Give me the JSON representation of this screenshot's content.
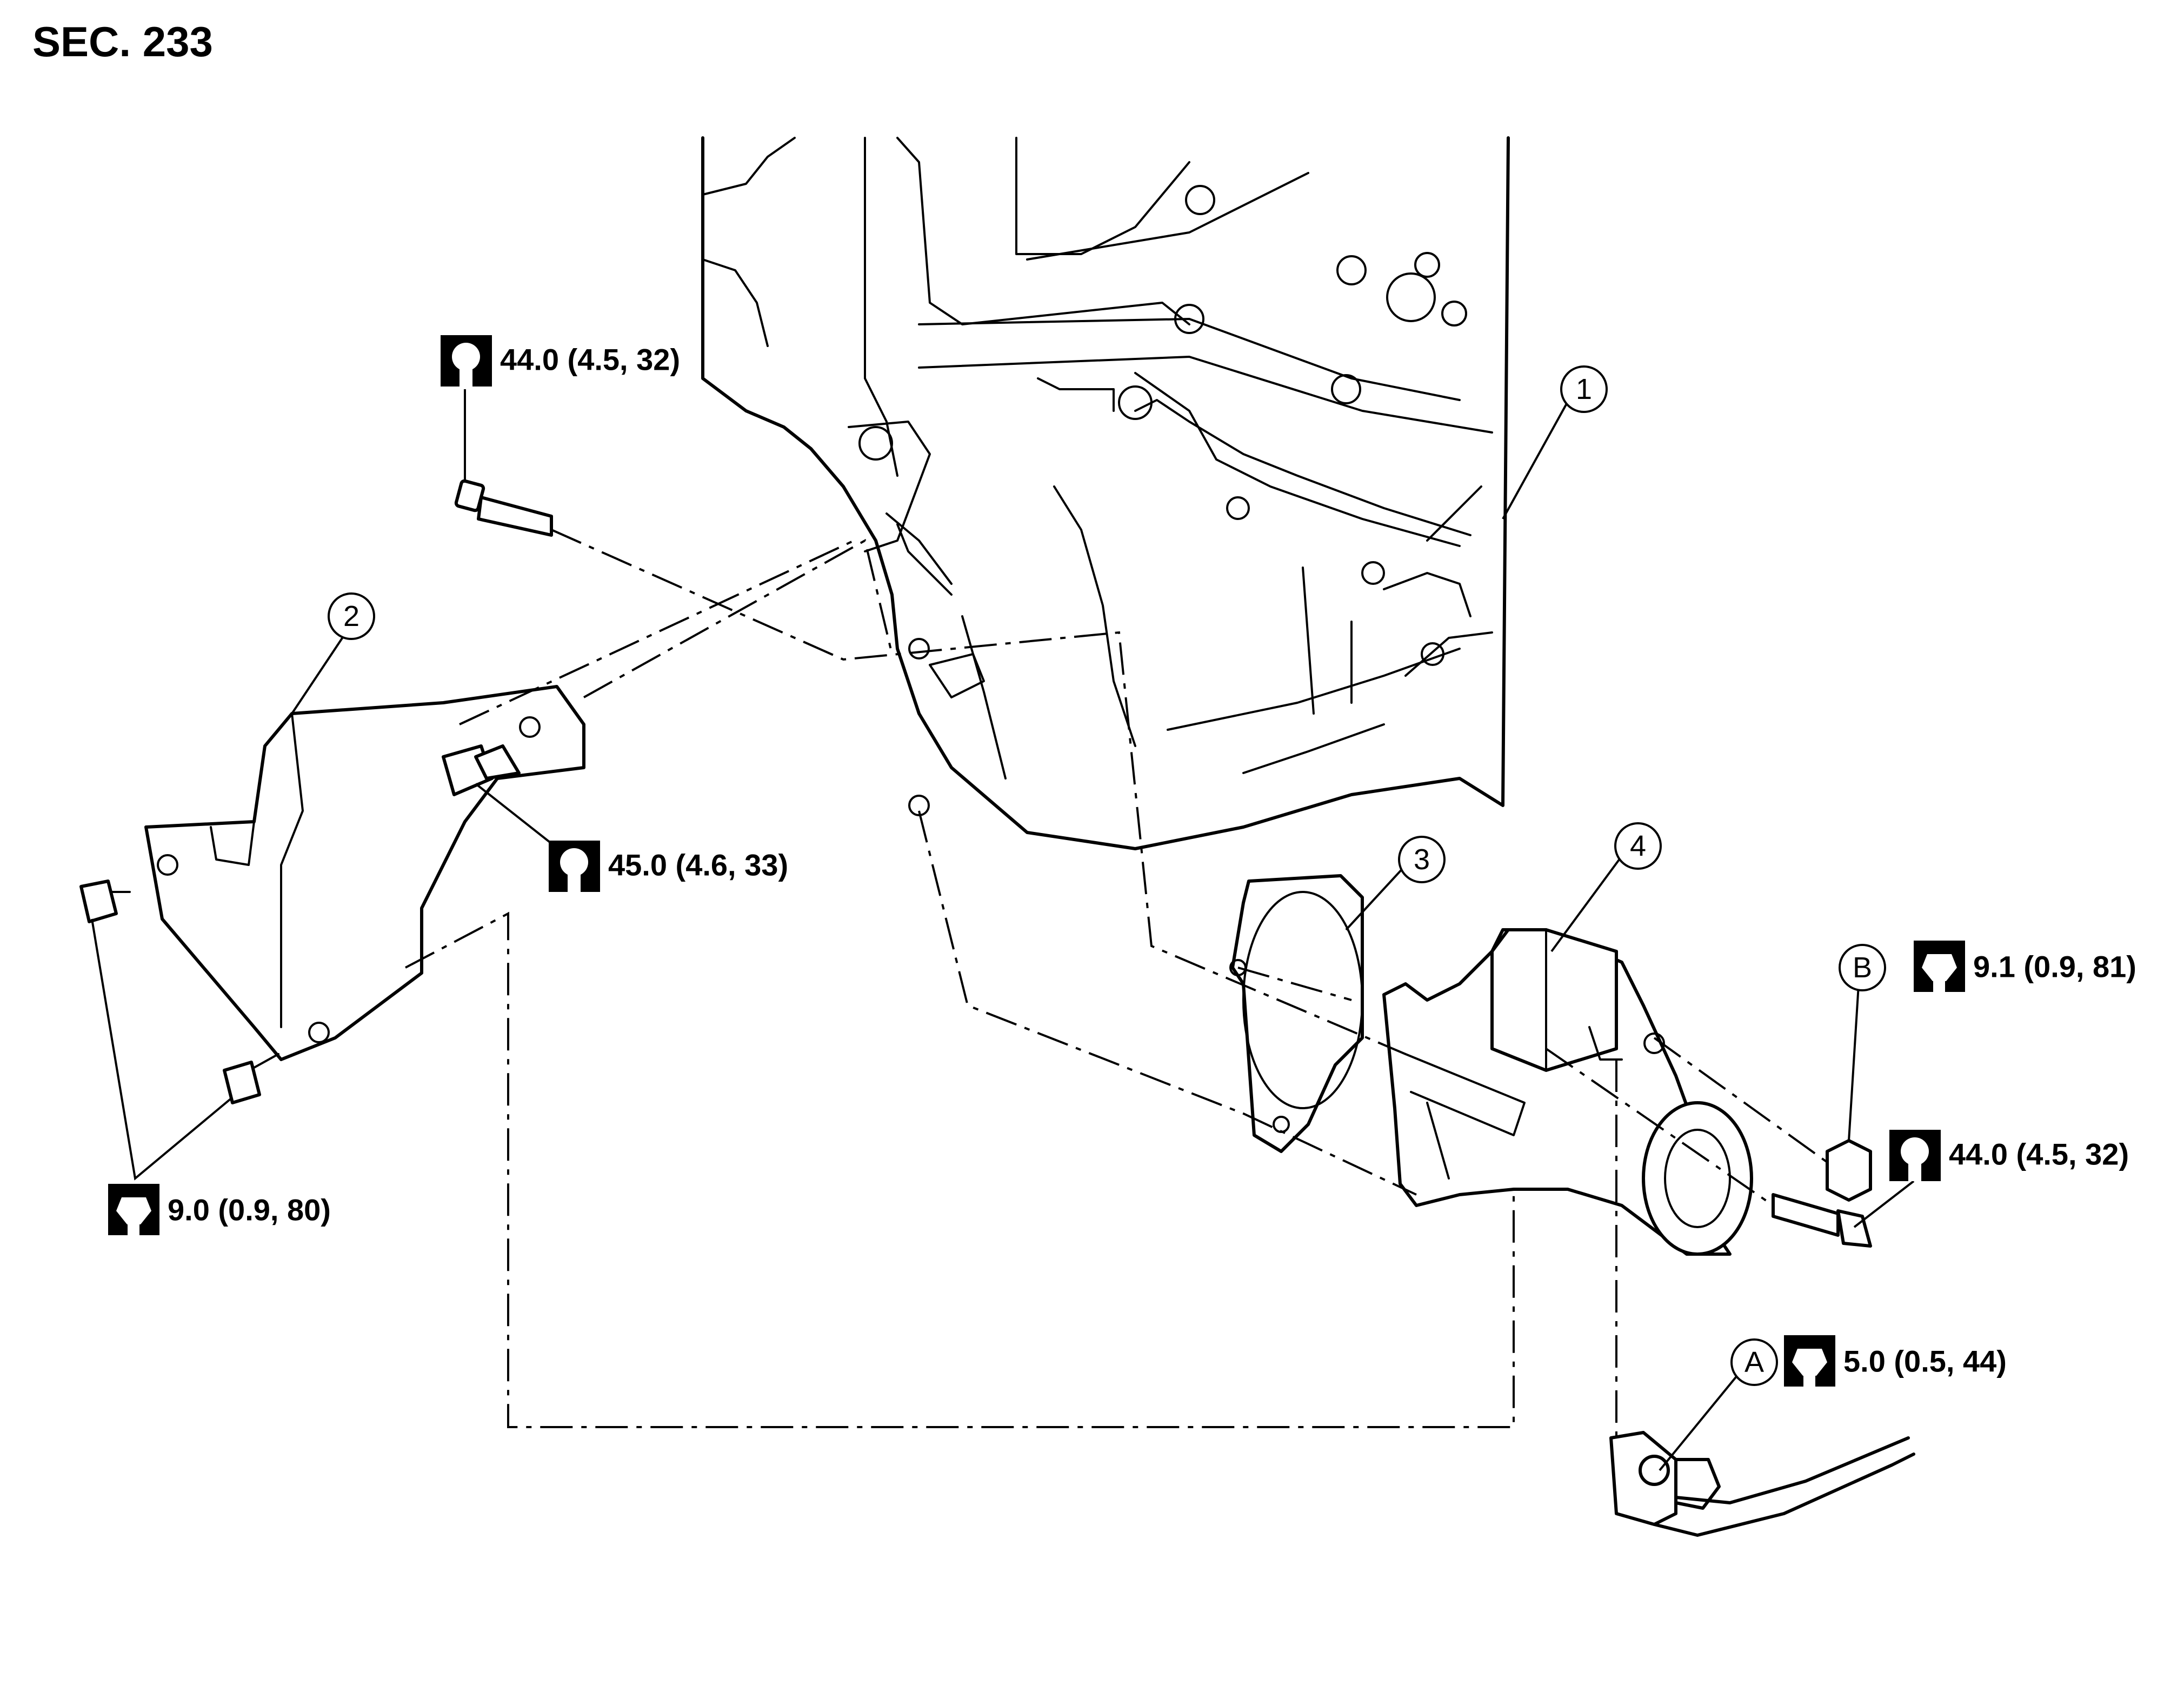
{
  "section": "SEC. 233",
  "callouts": {
    "c1": "1",
    "c2": "2",
    "c3": "3",
    "c4": "4",
    "cA": "A",
    "cB": "B"
  },
  "torques": {
    "t_top_bolt": "44.0 (4.5, 32)",
    "t_bracket_bolt": "45.0 (4.6, 33)",
    "t_small_bolts": "9.0 (0.9, 80)",
    "t_nut_b": "9.1 (0.9, 81)",
    "t_starter_bolt": "44.0 (4.5, 32)",
    "t_terminal_a": "5.0 (0.5, 44)"
  }
}
